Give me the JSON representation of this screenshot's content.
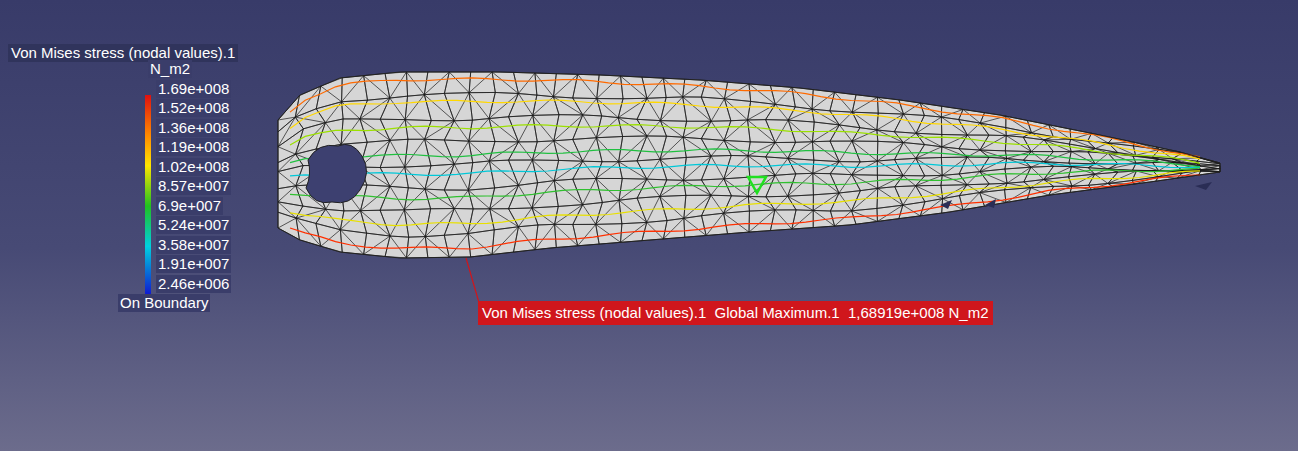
{
  "diagram": {
    "title": "Von Mises stress (nodal values).1",
    "nodes": [
      {
        "text": [
          "Von Mises stress (nodal values).1  Global Maximum.1  1,68919e+008 N_m2"
        ]
      }
    ],
    "edges": [],
    "labels": [
      "N_m2",
      "1.69e+008",
      "1.52e+008",
      "1.36e+008",
      "1.19e+008",
      "1.02e+008",
      "8.57e+007",
      "6.9e+007",
      "5.24e+007",
      "3.58e+007",
      "1.91e+007",
      "2.46e+006",
      "On Boundary"
    ]
  }
}
